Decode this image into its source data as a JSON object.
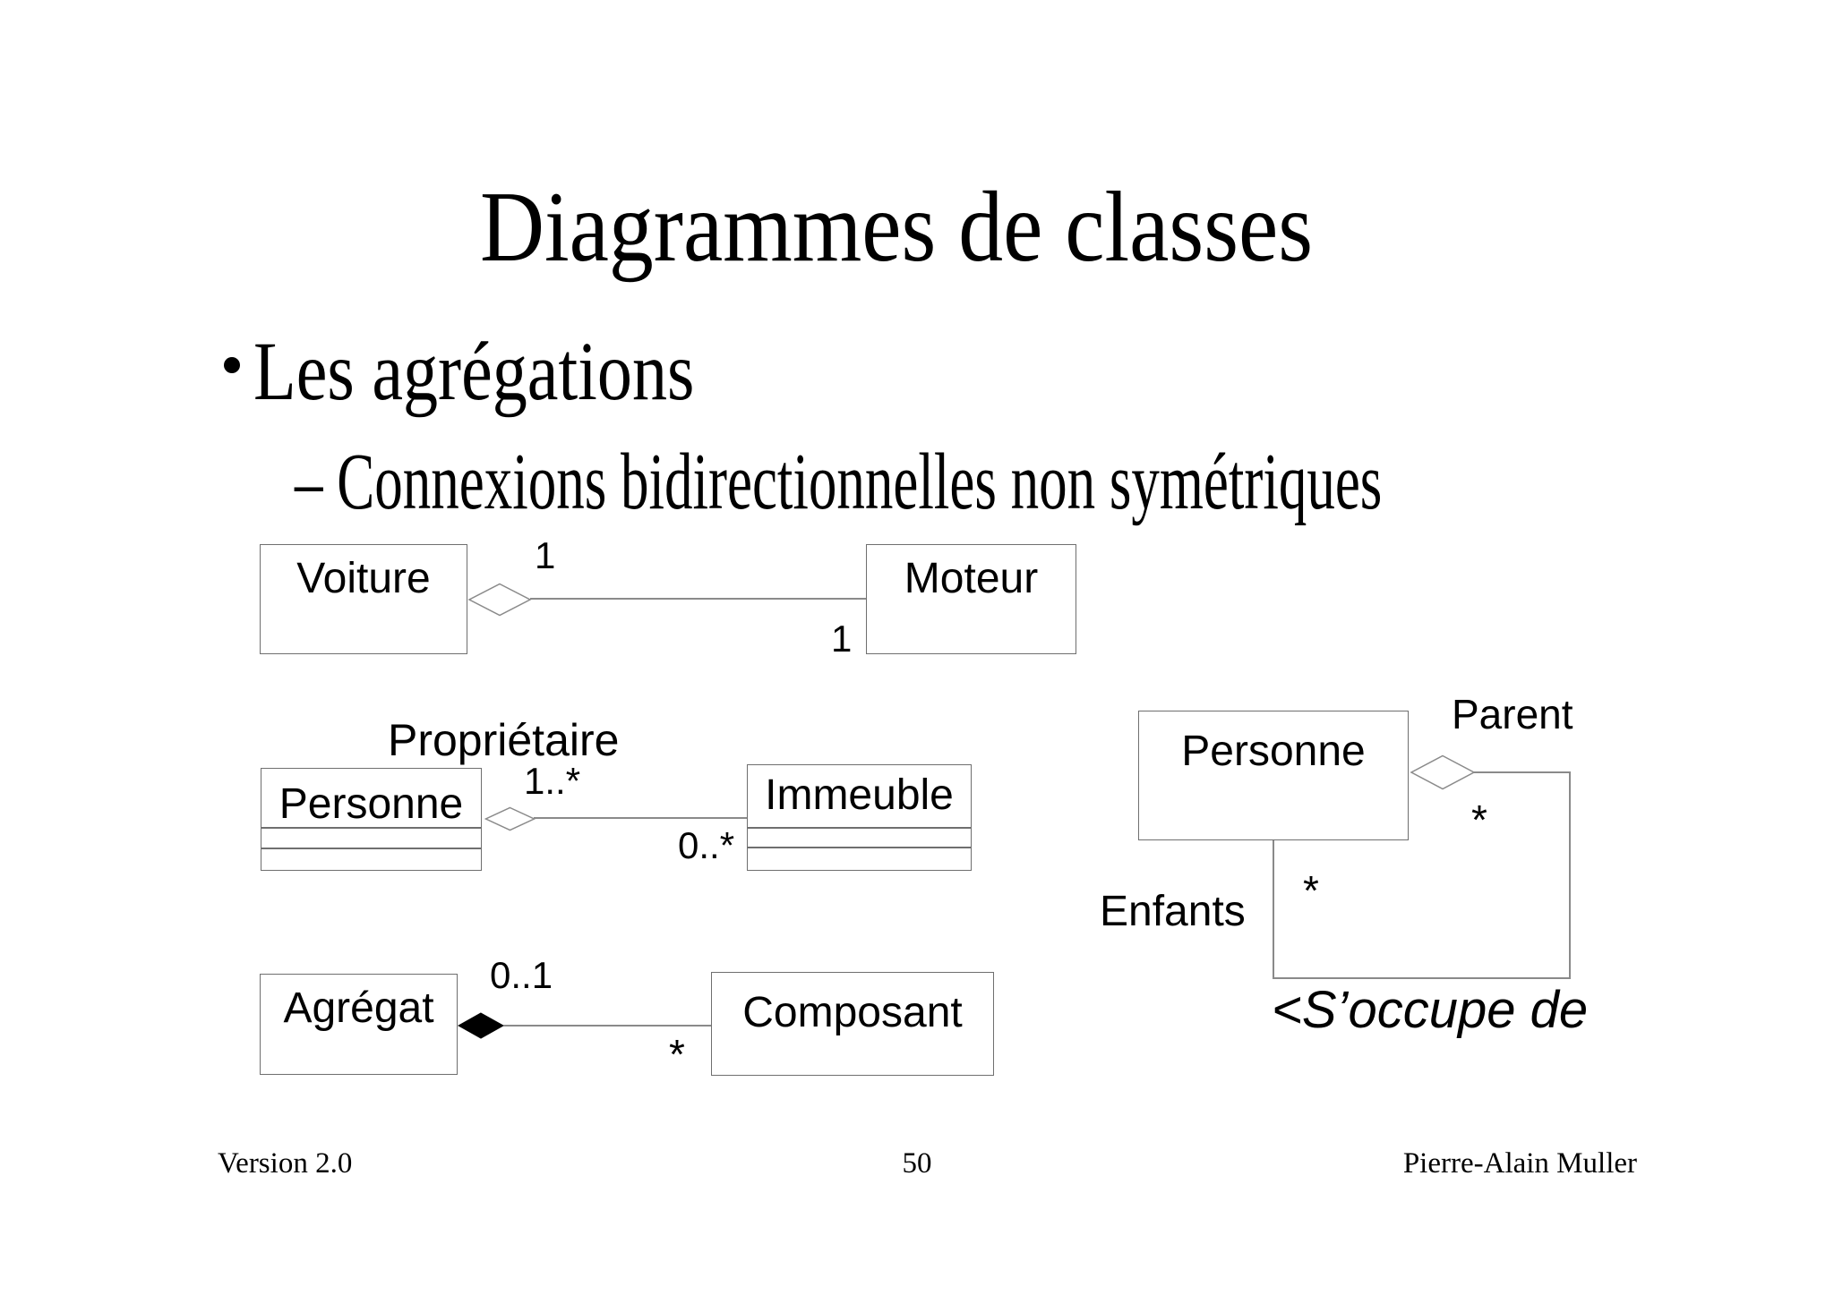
{
  "slide": {
    "title": "Diagrammes de classes",
    "bullet": "Les agrégations",
    "sub_bullet": "– Connexions bidirectionnelles non symétriques"
  },
  "diagram1": {
    "left_class": "Voiture",
    "right_class": "Moteur",
    "mult_aggregate": "1",
    "mult_part": "1"
  },
  "diagram2": {
    "association_label": "Propriétaire",
    "left_class": "Personne",
    "right_class": "Immeuble",
    "mult_aggregate": "1..*",
    "mult_part": "0..*"
  },
  "diagram3": {
    "left_class": "Agrégat",
    "right_class": "Composant",
    "mult_aggregate": "0..1",
    "mult_part": "*"
  },
  "diagram4": {
    "class_name": "Personne",
    "role_parent": "Parent",
    "role_children": "Enfants",
    "mult_parent": "*",
    "mult_children": "*",
    "association_label": "<S’occupe de"
  },
  "footer": {
    "version": "Version 2.0",
    "page_number": "50",
    "author": "Pierre-Alain Muller"
  },
  "colors": {
    "line": "#6f6f6f",
    "text": "#000000",
    "background": "#ffffff"
  }
}
